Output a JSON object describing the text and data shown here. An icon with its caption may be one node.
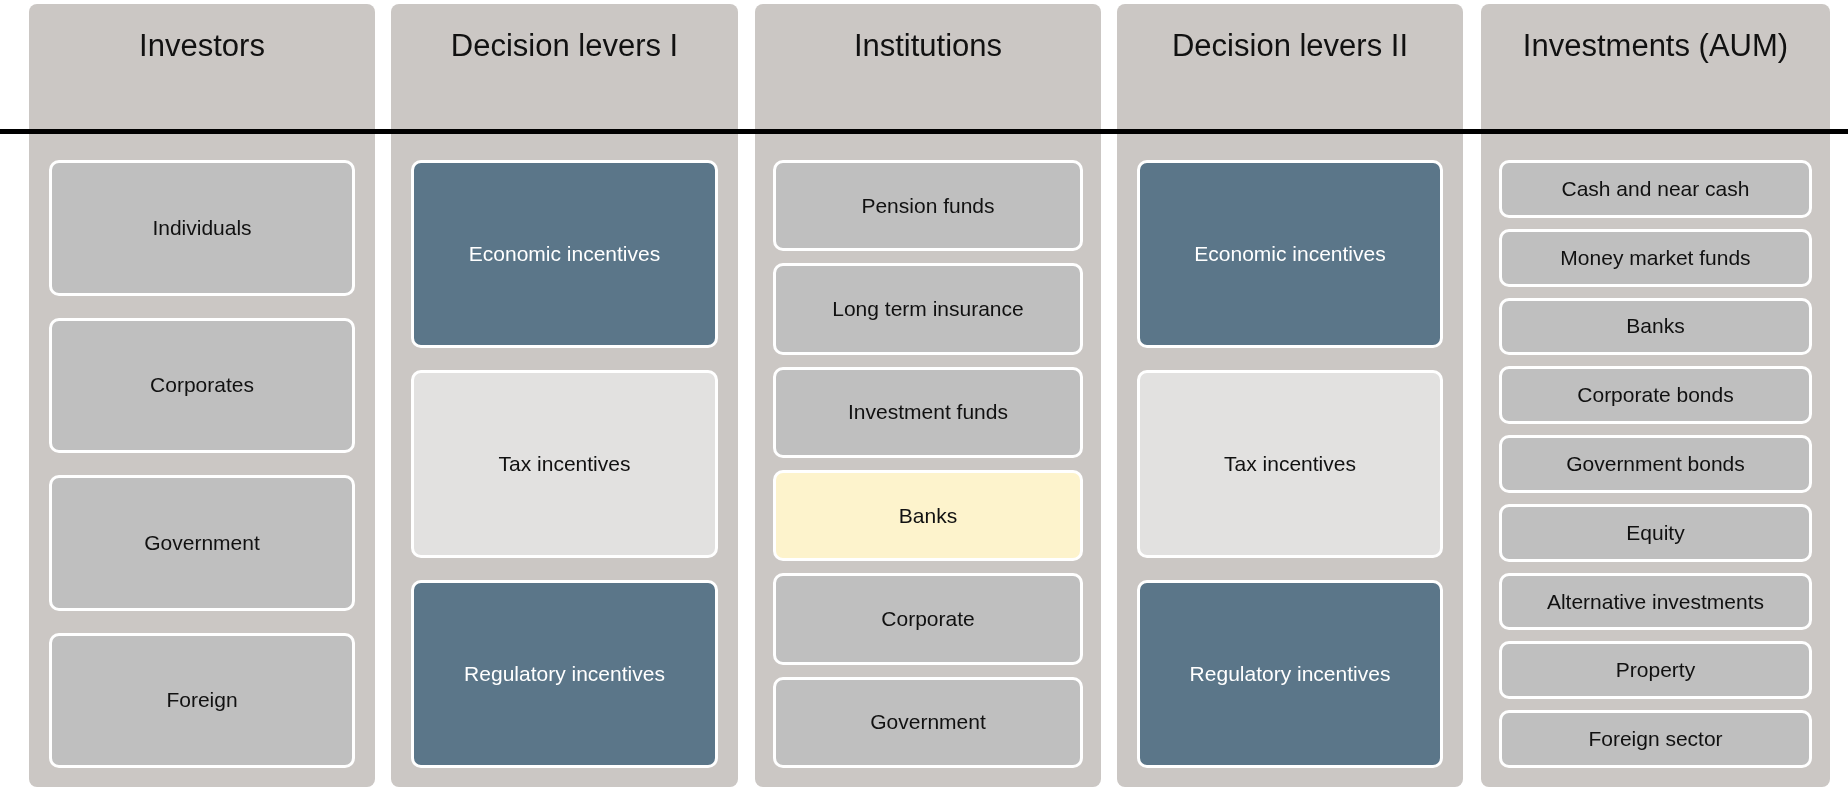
{
  "diagram": {
    "nodes": [
      {
        "text": [
          "Investors"
        ]
      },
      {
        "text": [
          "Individuals"
        ],
        "in": 0
      },
      {
        "text": [
          "Corporates"
        ],
        "in": 0
      },
      {
        "text": [
          "Government"
        ],
        "in": 0
      },
      {
        "text": [
          "Foreign"
        ],
        "in": 0
      },
      {
        "text": [
          "Decision levers I"
        ]
      },
      {
        "text": [
          "Economic incentives"
        ],
        "in": 5
      },
      {
        "text": [
          "Tax incentives"
        ],
        "in": 5
      },
      {
        "text": [
          "Regulatory incentives"
        ],
        "in": 5
      },
      {
        "text": [
          "Institutions"
        ]
      },
      {
        "text": [
          "Pension funds"
        ],
        "in": 9
      },
      {
        "text": [
          "Long term insurance"
        ],
        "in": 9
      },
      {
        "text": [
          "Investment funds"
        ],
        "in": 9
      },
      {
        "text": [
          "Banks"
        ],
        "in": 9
      },
      {
        "text": [
          "Corporate"
        ],
        "in": 9
      },
      {
        "text": [
          "Government"
        ],
        "in": 9
      },
      {
        "text": [
          "Decision levers II"
        ]
      },
      {
        "text": [
          "Economic incentives"
        ],
        "in": 16
      },
      {
        "text": [
          "Tax incentives"
        ],
        "in": 16
      },
      {
        "text": [
          "Regulatory incentives"
        ],
        "in": 16
      },
      {
        "text": [
          "Investments (AUM)"
        ]
      },
      {
        "text": [
          "Cash and near cash"
        ],
        "in": 20
      },
      {
        "text": [
          "Money market funds"
        ],
        "in": 20
      },
      {
        "text": [
          "Banks"
        ],
        "in": 20
      },
      {
        "text": [
          "Corporate bonds"
        ],
        "in": 20
      },
      {
        "text": [
          "Government bonds"
        ],
        "in": 20
      },
      {
        "text": [
          "Equity"
        ],
        "in": 20
      },
      {
        "text": [
          "Alternative investments"
        ],
        "in": 20
      },
      {
        "text": [
          "Property"
        ],
        "in": 20
      },
      {
        "text": [
          "Foreign sector"
        ],
        "in": 20
      }
    ],
    "edges": []
  }
}
